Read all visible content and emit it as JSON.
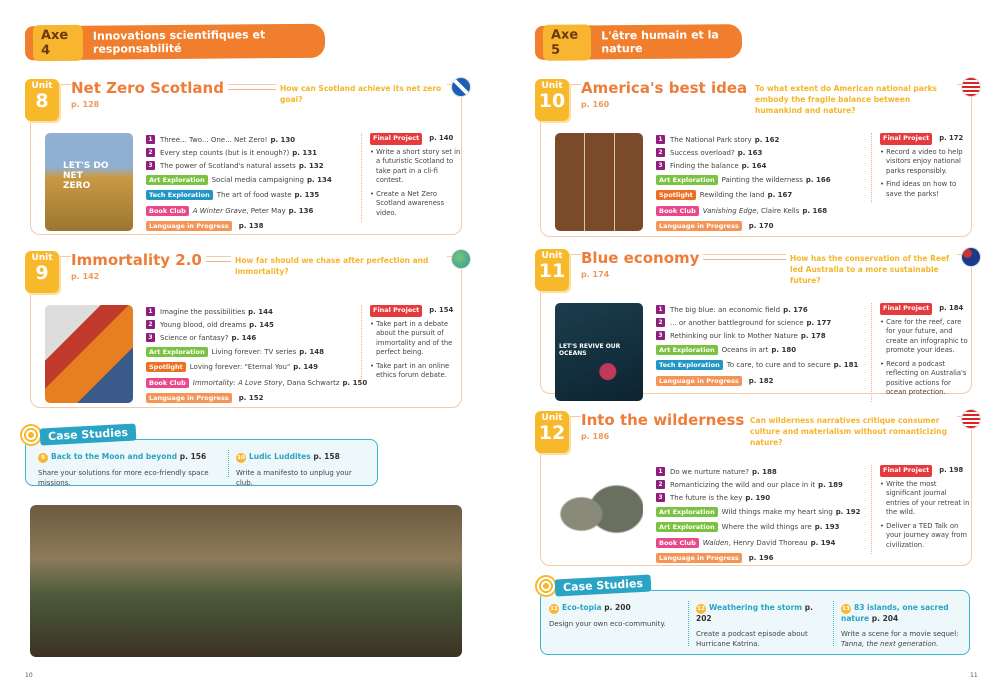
{
  "left": {
    "axe": {
      "label": "Axe 4",
      "title": "Innovations scientifiques et responsabilité"
    },
    "page_number": "10"
  },
  "right": {
    "axe": {
      "label": "Axe 5",
      "title": "L'être humain et la nature"
    },
    "page_number": "11"
  },
  "tag_labels": {
    "art": "Art Exploration",
    "tech": "Tech Exploration",
    "book": "Book Club",
    "lang": "Language in Progress",
    "spot": "Spotlight",
    "final": "Final Project"
  },
  "unit_word": "Unit",
  "units": [
    {
      "num": "8",
      "title": "Net Zero Scotland",
      "page": "p. 128",
      "question": "How can Scotland achieve its net zero goal?",
      "flag": "scotland-flag-icon",
      "image_text": "LET'S DO NET ZERO",
      "lessons": [
        {
          "text": "Three... Two... One... Net Zero!",
          "page": "p. 130"
        },
        {
          "text": "Every step counts (but is it enough?)",
          "page": "p. 131"
        },
        {
          "text": "The power of Scotland's natural assets",
          "page": "p. 132"
        }
      ],
      "extras": [
        {
          "kind": "art",
          "text": "Social media campaigning",
          "page": "p. 134"
        },
        {
          "kind": "tech",
          "text": "The art of food waste",
          "page": "p. 135"
        },
        {
          "kind": "book",
          "italic": "A Winter Grave",
          "text": ", Peter May",
          "page": "p. 136"
        },
        {
          "kind": "lang",
          "text": "",
          "page": "p. 138"
        }
      ],
      "project_page": "p. 140",
      "project": [
        "Write a short story set in a futuristic Scotland to take part in a cli-fi contest.",
        "Create a Net Zero Scotland awareness video."
      ]
    },
    {
      "num": "9",
      "title": "Immortality 2.0",
      "page": "p. 142",
      "question": "How far should we chase after perfection and immortality?",
      "flag": "globe-icon",
      "lessons": [
        {
          "text": "Imagine the possibilities",
          "page": "p. 144"
        },
        {
          "text": "Young blood, old dreams",
          "page": "p. 145"
        },
        {
          "text": "Science or fantasy?",
          "page": "p. 146"
        }
      ],
      "extras": [
        {
          "kind": "art",
          "text": "Living forever: TV series",
          "page": "p. 148"
        },
        {
          "kind": "spot",
          "text": "Loving forever: \"Eternal You\"",
          "page": "p. 149"
        },
        {
          "kind": "book",
          "italic": "Immortality: A Love Story",
          "text": ", Dana Schwartz",
          "page": "p. 150"
        },
        {
          "kind": "lang",
          "text": "",
          "page": "p. 152"
        }
      ],
      "project_page": "p. 154",
      "project": [
        "Take part in a debate about the pursuit of immortality and of the perfect being.",
        "Take part in an online ethics forum debate."
      ]
    },
    {
      "num": "10",
      "title": "America's best idea",
      "page": "p. 160",
      "question": "To what extent do American national parks embody the fragile balance between humankind and nature?",
      "flag": "usa-flag-icon",
      "lessons": [
        {
          "text": "The National Park story",
          "page": "p. 162"
        },
        {
          "text": "Success overload?",
          "page": "p. 163"
        },
        {
          "text": "Finding the balance",
          "page": "p. 164"
        }
      ],
      "extras": [
        {
          "kind": "art",
          "text": "Painting the wilderness",
          "page": "p. 166"
        },
        {
          "kind": "spot",
          "text": "Rewilding the land",
          "page": "p. 167"
        },
        {
          "kind": "book",
          "italic": "Vanishing Edge",
          "text": ", Claire Kells",
          "page": "p. 168"
        },
        {
          "kind": "lang",
          "text": "",
          "page": "p. 170"
        }
      ],
      "project_page": "p. 172",
      "project": [
        "Record a video to help visitors enjoy national parks responsibly.",
        "Find ideas on how to save the parks!"
      ]
    },
    {
      "num": "11",
      "title": "Blue economy",
      "page": "p. 174",
      "question": "How has the conservation of the Reef led Australia to a more sustainable future?",
      "flag": "australia-flag-icon",
      "image_text": "LET'S REVIVE OUR OCEANS",
      "lessons": [
        {
          "text": "The big blue: an economic field",
          "page": "p. 176"
        },
        {
          "text": "... or another battleground for science",
          "page": "p. 177"
        },
        {
          "text": "Rethinking our link to Mother Nature",
          "page": "p. 178"
        }
      ],
      "extras": [
        {
          "kind": "art",
          "text": "Oceans in art",
          "page": "p. 180"
        },
        {
          "kind": "tech",
          "text": "To care, to cure and to secure",
          "page": "p. 181"
        },
        {
          "kind": "lang",
          "text": "",
          "page": "p. 182"
        }
      ],
      "project_page": "p. 184",
      "project": [
        "Care for the reef, care for your future, and create an infographic to promote your ideas.",
        "Record a podcast reflecting on Australia's positive actions for ocean protection."
      ]
    },
    {
      "num": "12",
      "title": "Into the wilderness",
      "page": "p. 186",
      "question": "Can wilderness narratives critique consumer culture and materialism without romanticizing nature?",
      "flag": "usa-flag-icon",
      "lessons": [
        {
          "text": "Do we nurture nature?",
          "page": "p. 188"
        },
        {
          "text": "Romanticizing the wild and our place in it",
          "page": "p. 189"
        },
        {
          "text": "The future is the key",
          "page": "p. 190"
        }
      ],
      "extras": [
        {
          "kind": "art",
          "text": "Wild things make my heart sing",
          "page": "p. 192"
        },
        {
          "kind": "art",
          "text": "Where the wild things are",
          "page": "p. 193"
        },
        {
          "kind": "book",
          "italic": "Walden",
          "text": ", Henry David Thoreau",
          "page": "p. 194"
        },
        {
          "kind": "lang",
          "text": "",
          "page": "p. 196"
        }
      ],
      "project_page": "p. 198",
      "project": [
        "Write the most significant journal entries of your retreat in the wild.",
        "Deliver a TED Talk on your journey away from civilization."
      ]
    }
  ],
  "case_studies": [
    {
      "label": "Case Studies",
      "items": [
        {
          "num": "9",
          "title": "Back to the Moon and beyond",
          "page": "p. 156",
          "desc": "Share your solutions for more eco-friendly space missions."
        },
        {
          "num": "10",
          "title": "Ludic Luddites",
          "page": "p. 158",
          "desc": "Write a manifesto to unplug your club."
        }
      ]
    },
    {
      "label": "Case Studies",
      "items": [
        {
          "num": "11",
          "title": "Eco-topia",
          "page": "p. 200",
          "desc": "Design your own eco-community."
        },
        {
          "num": "12",
          "title": "Weathering the storm",
          "page": "p. 202",
          "desc": "Create a podcast episode about Hurricane Katrina."
        },
        {
          "num": "13",
          "title": "83 islands, one sacred nature",
          "page": "p. 204",
          "desc": "Write a scene for a movie sequel:",
          "desc_italic": "Tanna, the next generation."
        }
      ]
    }
  ]
}
